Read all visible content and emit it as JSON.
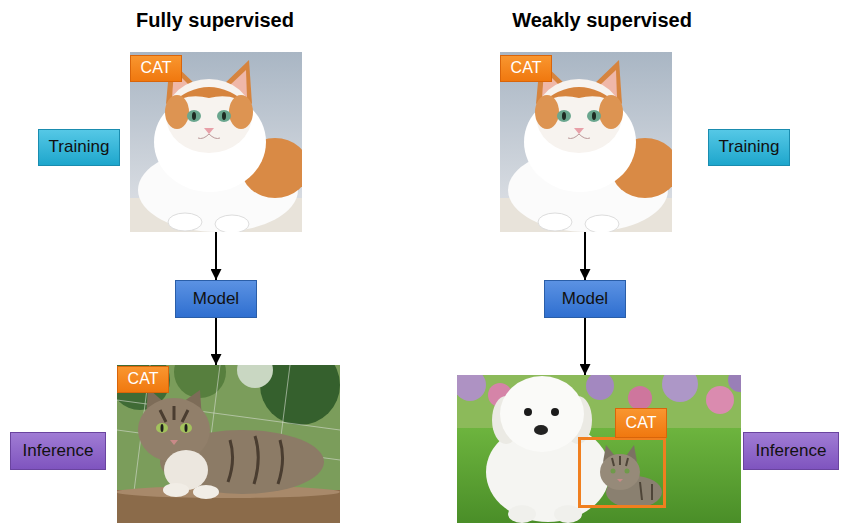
{
  "diagram": {
    "nodes": [
      {
        "text": []
      },
      {
        "text": [
          "CAT"
        ],
        "in": 0
      },
      {
        "text": [
          "Training"
        ]
      },
      {
        "text": []
      },
      {
        "text": [
          "CAT"
        ],
        "in": 3
      },
      {
        "text": [
          "Training"
        ]
      },
      {
        "text": [
          "Model"
        ]
      },
      {
        "text": [
          "Model"
        ]
      },
      {
        "text": []
      },
      {
        "text": [
          "CAT"
        ],
        "in": 8
      },
      {
        "text": [
          "Inference"
        ]
      },
      {
        "text": []
      },
      {
        "text": [],
        "in": 11
      },
      {
        "text": [
          "CAT"
        ],
        "in": 12
      },
      {
        "text": [
          "Inference"
        ]
      }
    ],
    "edges": [
      {
        "from": 0,
        "to": 6,
        "arrow": "to"
      },
      {
        "from": 6,
        "to": 8,
        "arrow": "to"
      },
      {
        "from": 3,
        "to": 7,
        "arrow": "to"
      },
      {
        "from": 7,
        "to": 11,
        "arrow": "to"
      }
    ],
    "labels": [
      "Fully supervised",
      "Weakly supervised"
    ]
  }
}
